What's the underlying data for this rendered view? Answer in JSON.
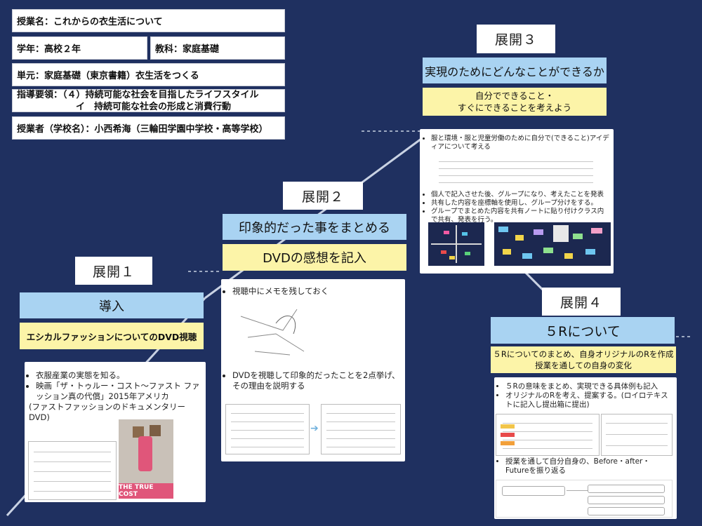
{
  "info": {
    "lesson": "授業名：これからの衣生活について",
    "grade": "学年：高校２年",
    "subject": "教科：家庭基礎",
    "unit": "単元：家庭基礎（東京書籍）衣生活をつくる",
    "guideline_1": "指導要領：（４）持続可能な社会を目指したライフスタイル",
    "guideline_2": "イ　持続可能な社会の形成と消費行動",
    "teacher": "授業者（学校名）：小西希海（三輪田学園中学校・高等学校）"
  },
  "stages": {
    "s1": {
      "label": "展開１",
      "title": "導入",
      "subtitle": "エシカルファッションについてのDVD視聴",
      "bullets": [
        "衣服産業の実態を知る。",
        "映画「ザ・トゥルー・コスト〜ファスト ファッション真の代償」2015年アメリカ"
      ],
      "note": "(ファストファッションのドキュメンタリーDVD)",
      "poster_text": "THE TRUE COST"
    },
    "s2": {
      "label": "展開２",
      "title": "印象的だった事をまとめる",
      "subtitle": "DVDの感想を記入",
      "bullet_1": "視聴中にメモを残しておく",
      "bullet_2": "DVDを視聴して印象的だったことを2点挙げ、その理由を説明する"
    },
    "s3": {
      "label": "展開３",
      "title": "実現のためにどんなことができるか",
      "subtitle_1": "自分でできること・",
      "subtitle_2": "すぐにできることを考えよう",
      "bullet_1": "服と環境・服と児童労働のために自分で(できること)アイディアについて考える",
      "bullets": [
        "個人で記入させた後、グループになり、考えたことを発表",
        "共有した内容を座標軸を使用し、グループ分けをする。",
        "グループでまとめた内容を共有ノートに貼り付けクラス内で共有、発表を行う。"
      ]
    },
    "s4": {
      "label": "展開４",
      "title": "５Rについて",
      "subtitle_1": "５Rについてのまとめ、自身オリジナルのRを作成",
      "subtitle_2": "授業を通しての自身の変化",
      "bullets": [
        "５Rの意味をまとめ、実現できる具体例も記入",
        "オリジナルのRを考え、提案する。(ロイロテキストに記入し提出箱に提出)"
      ],
      "bullet_last": "授業を通して自分自身の、Before・after・Futureを振り返る"
    }
  },
  "colors": {
    "background": "#1f3060",
    "blue_box": "#a9d3f2",
    "yellow_box": "#fcf4a8",
    "poster_pink": "#e0567a"
  }
}
